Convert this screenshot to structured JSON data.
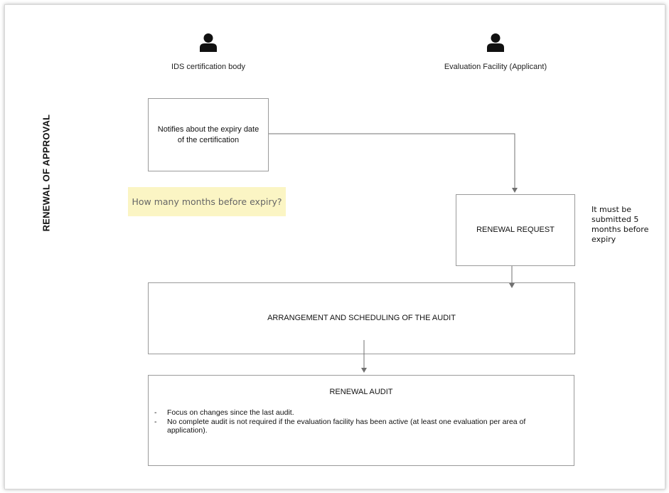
{
  "diagram": {
    "side_title": "RENEWAL OF APPROVAL",
    "actors": [
      {
        "label": "IDS certification body",
        "icon": "person-icon"
      },
      {
        "label": "Evaluation Facility (Applicant)",
        "icon": "person-icon"
      }
    ],
    "steps": {
      "notify": "Notifies about the expiry date of the certification",
      "renewal_request": "RENEWAL REQUEST",
      "arrangement": "ARRANGEMENT AND SCHEDULING OF THE AUDIT",
      "renewal_audit": {
        "title": "RENEWAL AUDIT",
        "points": [
          "Focus on changes since the last audit.",
          "No complete audit is not required if the evaluation facility has been active (at least one evaluation per area of application)."
        ]
      }
    },
    "comment": "How many months before expiry?",
    "side_note": "It must be submitted 5 months before expiry",
    "colors": {
      "comment_bg": "#fbf5c4",
      "comment_text": "#666666",
      "border": "#9a9a9a",
      "arrow": "#707070"
    }
  }
}
